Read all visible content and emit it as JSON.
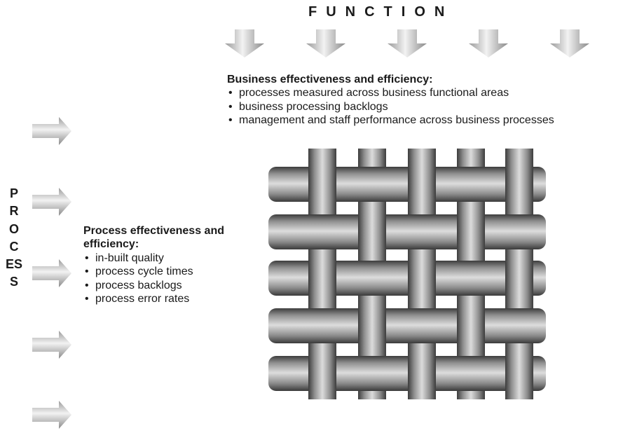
{
  "function_label": "FUNCTION",
  "process_label": "PROCESS",
  "business": {
    "heading": "Business effectiveness and efficiency:",
    "bullets": [
      "processes measured across business functional areas",
      "business processing backlogs",
      "management and staff performance across business processes"
    ]
  },
  "process": {
    "heading": "Process effectiveness and efficiency:",
    "bullets": [
      "in-built quality",
      "process cycle times",
      "process backlogs",
      "process error rates"
    ]
  },
  "icons": {
    "down_arrow": "arrow-down-icon",
    "right_arrow": "arrow-right-icon"
  },
  "colors": {
    "text": "#1a1a1a",
    "arrow_light": "#eeeeee",
    "arrow_dark": "#8a8a8a",
    "metal_light": "#d8d8d8",
    "metal_dark": "#3a3a3a"
  }
}
